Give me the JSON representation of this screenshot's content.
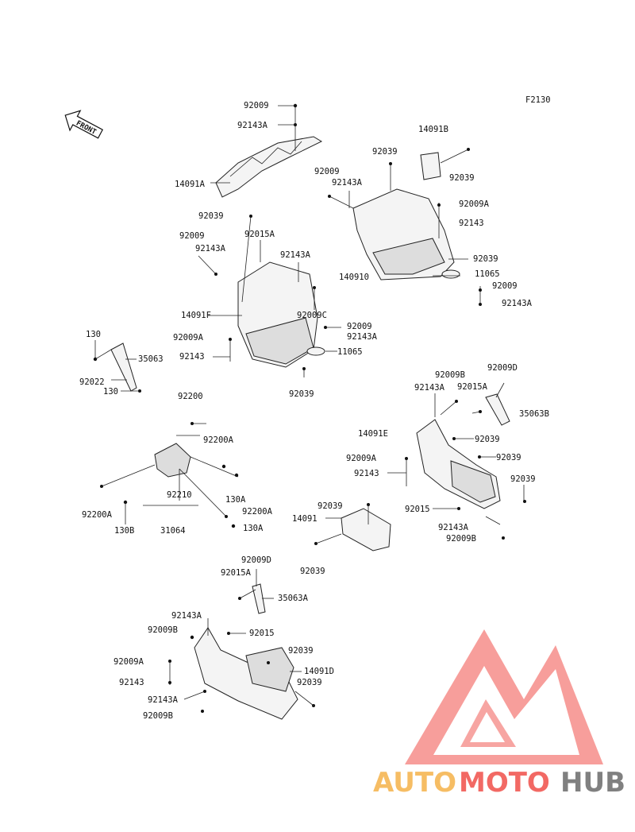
{
  "figure_code": "F2130",
  "front_label": "FRONT",
  "parts": {
    "p1": "92009",
    "p2": "92143A",
    "p3": "14091A",
    "p4": "14091B",
    "p5": "92039",
    "p6": "92009",
    "p7": "92143A",
    "p8": "92039",
    "p9": "92009A",
    "p10": "92143",
    "p11": "92039",
    "p12": "140910",
    "p13": "11065",
    "p14": "92009",
    "p15": "92143A",
    "p16": "92039",
    "p17": "92009",
    "p18": "92015A",
    "p19": "92143A",
    "p20": "92143A",
    "p21": "14091F",
    "p22": "92009C",
    "p23": "92009A",
    "p24": "92009",
    "p25": "92143A",
    "p26": "92143",
    "p27": "11065",
    "p28": "92039",
    "p29": "130",
    "p30": "35063",
    "p31": "92022",
    "p32": "130",
    "p33": "92200",
    "p34": "92009B",
    "p35": "92009D",
    "p36": "92143A",
    "p37": "92015A",
    "p38": "35063B",
    "p39": "14091E",
    "p40": "92039",
    "p41": "92009A",
    "p42": "92039",
    "p43": "92143",
    "p44": "92039",
    "p45": "92015",
    "p46": "92143A",
    "p47": "92009B",
    "p48": "92200A",
    "p49": "130A",
    "p50": "92210",
    "p51": "92200A",
    "p52": "92200A",
    "p53": "130B",
    "p54": "31064",
    "p55": "130A",
    "p56": "92039",
    "p57": "14091",
    "p58": "92039",
    "p59": "92009D",
    "p60": "92015A",
    "p61": "35063A",
    "p62": "92143A",
    "p63": "92009B",
    "p64": "92015",
    "p65": "92039",
    "p66": "92009A",
    "p67": "14091D",
    "p68": "92143",
    "p69": "92039",
    "p70": "92143A",
    "p71": "92009B"
  },
  "watermark": {
    "brand_a": "AUTO",
    "brand_b": "MOTO",
    "brand_c": "HUB"
  },
  "colors": {
    "accent": "#f0504a",
    "orange": "#f5b24a",
    "gray": "#6b6b6b"
  }
}
